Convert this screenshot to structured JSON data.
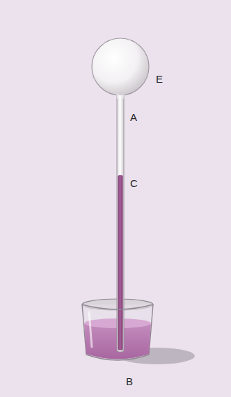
{
  "diagram": {
    "labels": [
      "E",
      "A",
      "C",
      "B"
    ]
  }
}
